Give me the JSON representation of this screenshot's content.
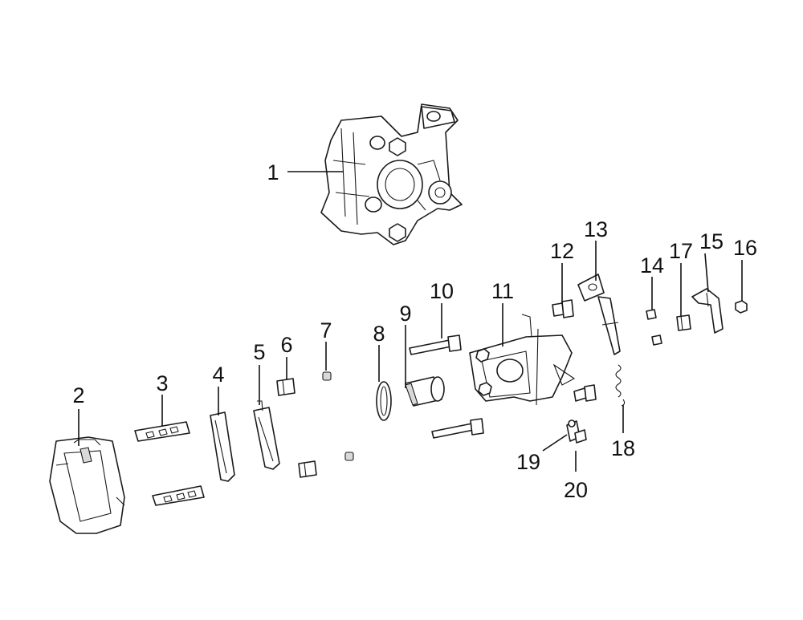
{
  "callouts": [
    {
      "label": "1"
    },
    {
      "label": "2"
    },
    {
      "label": "3"
    },
    {
      "label": "4"
    },
    {
      "label": "5"
    },
    {
      "label": "6"
    },
    {
      "label": "7"
    },
    {
      "label": "8"
    },
    {
      "label": "9"
    },
    {
      "label": "10"
    },
    {
      "label": "11"
    },
    {
      "label": "12"
    },
    {
      "label": "13"
    },
    {
      "label": "14"
    },
    {
      "label": "15"
    },
    {
      "label": "16"
    },
    {
      "label": "17"
    },
    {
      "label": "18"
    },
    {
      "label": "19"
    },
    {
      "label": "20"
    }
  ],
  "colors": {
    "line": "#1a1a1a",
    "background": "#ffffff",
    "shade": "#d9d9d9"
  }
}
